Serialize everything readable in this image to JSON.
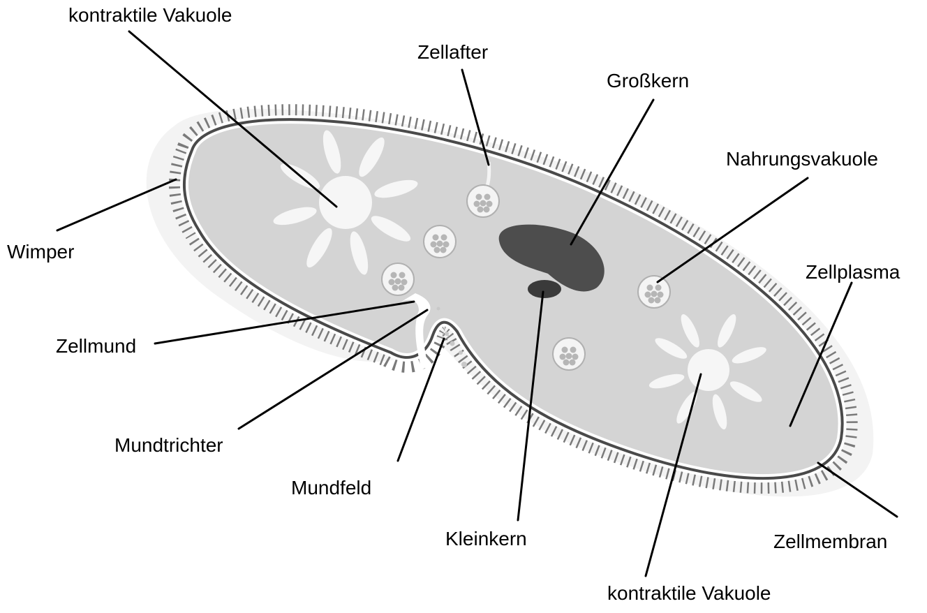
{
  "labels": {
    "kontraktile_vakuole_top": "kontraktile Vakuole",
    "zellafter": "Zellafter",
    "grosskern": "Großkern",
    "nahrungsvakuole": "Nahrungsvakuole",
    "wimper": "Wimper",
    "zellplasma": "Zellplasma",
    "zellmund": "Zellmund",
    "mundtrichter": "Mundtrichter",
    "mundfeld": "Mundfeld",
    "kleinkern": "Kleinkern",
    "zellmembran": "Zellmembran",
    "kontraktile_vakuole_bottom": "kontraktile Vakuole"
  },
  "colors": {
    "cytoplasm": "#d4d4d4",
    "membrane": "#4a4a4a",
    "cilia": "#7a7a7a",
    "macronucleus": "#4d4d4d",
    "micronucleus": "#3a3a3a",
    "vacuole": "#f4f4f4",
    "leader_line": "#000000"
  }
}
